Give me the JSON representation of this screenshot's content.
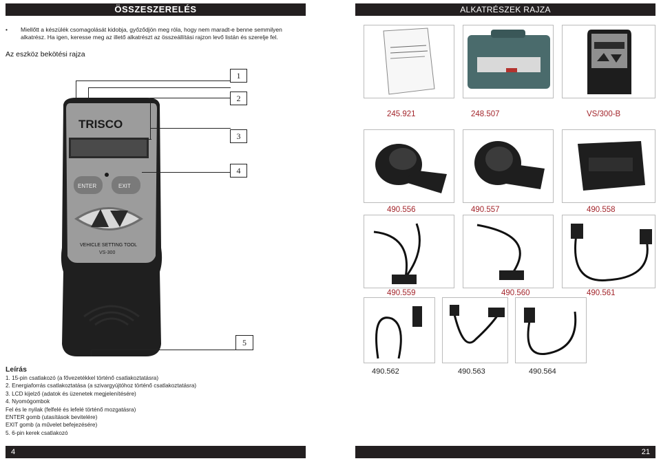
{
  "header": {
    "left_title": "ÖSSZESZERELÉS",
    "right_title": "ALKATRÉSZEK RAJZA"
  },
  "intro": {
    "bullet": "•",
    "text": "Miellőtt a készülék csomagolását kidobja, győződjön meg róla, hogy nem maradt-e benne semmilyen alkatrész. Ha igen, keresse meg az illető alkatrészt az összeállítási rajzon levő listán és szerelje fel."
  },
  "diagram_title": "Az eszköz bekötési rajza",
  "device": {
    "brand": "TRISCO",
    "buttons": [
      "ENTER",
      "EXIT"
    ],
    "label": "VEHICLE SETTING TOOL",
    "model": "VS-300"
  },
  "callouts": [
    "1",
    "2",
    "3",
    "4",
    "5"
  ],
  "description": {
    "title": "Leírás",
    "lines": [
      "1.  15-pin csatlakozó (a fővezetékkel történő csatlakoztatásra)",
      "2.  Energiaforrás csatlakoztatása (a szivargyújtóhoz történő csatlakoztatásra)",
      "3.  LCD kijelző (adatok és üzenetek megjelenítésére)",
      "4.  Nyomógombok",
      "Fel és le nyilak (felfelé és lefelé történő mozgatásra)",
      "ENTER gomb (utasítások bevitelére)",
      "EXIT gomb (a művelet befejezésére)",
      "5.  6-pin kerek csatlakozó"
    ]
  },
  "parts": {
    "row1": [
      "245.921",
      "248.507",
      "VS/300-B"
    ],
    "row2": [
      "490.556",
      "490.557",
      "490.558"
    ],
    "row3": [
      "490.559",
      "490.560",
      "490.561"
    ],
    "row4": [
      "490.562",
      "490.563",
      "490.564"
    ]
  },
  "footer": {
    "left_page": "4",
    "right_page": "21"
  }
}
